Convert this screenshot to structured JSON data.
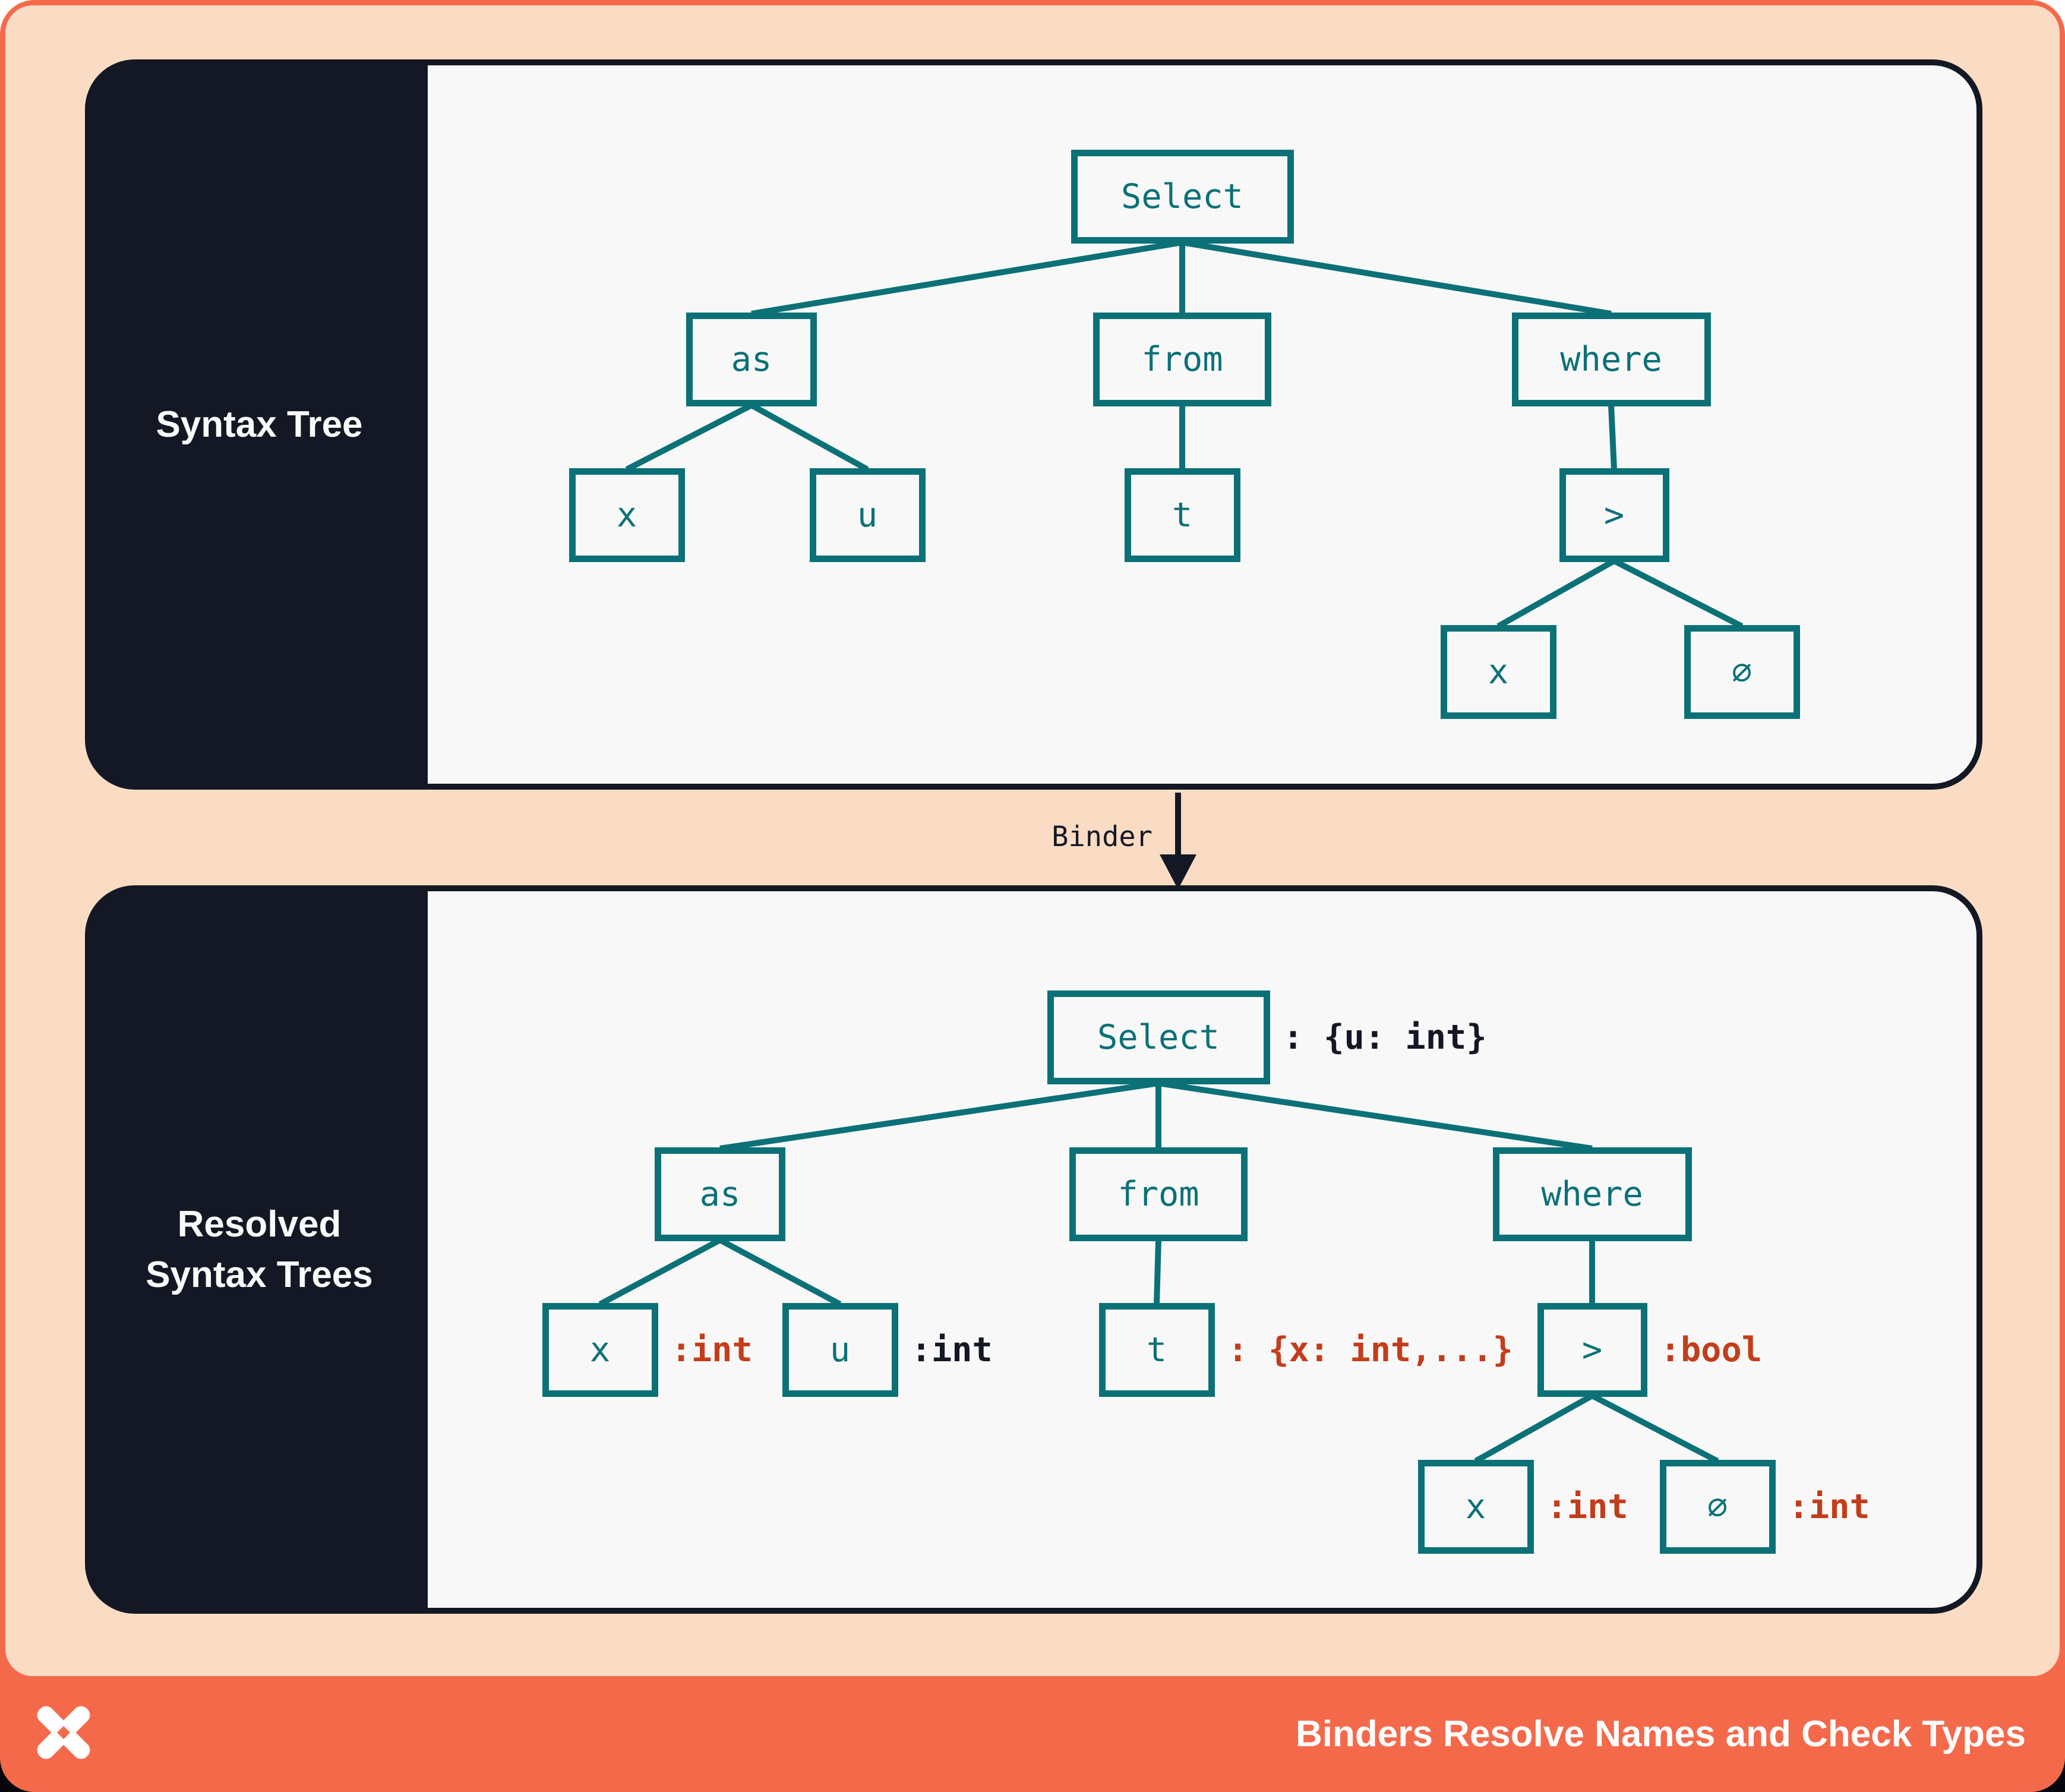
{
  "footer": {
    "title": "Binders Resolve Names and Check Types",
    "logo": "pinwheel-x-logo"
  },
  "binder": {
    "label": "Binder"
  },
  "cards": {
    "top": {
      "sidebar_label_lines": [
        "Syntax Tree"
      ]
    },
    "bottom": {
      "sidebar_label_lines": [
        "Resolved",
        "Syntax Trees"
      ]
    }
  },
  "colors": {
    "coral": "#F5694B",
    "peach": "#F9DCC3",
    "navy": "#141824",
    "card_background": "#F8F8F9",
    "teal": "#0B7177",
    "rust_red": "#C33D1B",
    "white_text": "#FDFDFD"
  },
  "trees": {
    "syntax": {
      "nodes": [
        {
          "id": "select",
          "label": "Select"
        },
        {
          "id": "as",
          "label": "as"
        },
        {
          "id": "from",
          "label": "from"
        },
        {
          "id": "where",
          "label": "where"
        },
        {
          "id": "x1",
          "label": "x"
        },
        {
          "id": "u",
          "label": "u"
        },
        {
          "id": "t",
          "label": "t"
        },
        {
          "id": "gt",
          "label": ">"
        },
        {
          "id": "x2",
          "label": "x"
        },
        {
          "id": "empty",
          "label": "∅"
        }
      ],
      "edges": [
        [
          "select",
          "as"
        ],
        [
          "select",
          "from"
        ],
        [
          "select",
          "where"
        ],
        [
          "as",
          "x1"
        ],
        [
          "as",
          "u"
        ],
        [
          "from",
          "t"
        ],
        [
          "where",
          "gt"
        ],
        [
          "gt",
          "x2"
        ],
        [
          "gt",
          "empty"
        ]
      ]
    },
    "resolved": {
      "nodes": [
        {
          "id": "select",
          "label": "Select",
          "annotation": ": {u: int}",
          "tone": "navy"
        },
        {
          "id": "as",
          "label": "as"
        },
        {
          "id": "from",
          "label": "from"
        },
        {
          "id": "where",
          "label": "where"
        },
        {
          "id": "x1",
          "label": "x",
          "annotation": ":int",
          "tone": "red"
        },
        {
          "id": "u",
          "label": "u",
          "annotation": ":int",
          "tone": "navy"
        },
        {
          "id": "t",
          "label": "t",
          "annotation": ": {x: int,...}",
          "tone": "red"
        },
        {
          "id": "gt",
          "label": ">",
          "annotation": ":bool",
          "tone": "red"
        },
        {
          "id": "x2",
          "label": "x",
          "annotation": ":int",
          "tone": "red"
        },
        {
          "id": "empty",
          "label": "∅",
          "annotation": ":int",
          "tone": "red"
        }
      ],
      "edges": [
        [
          "select",
          "as"
        ],
        [
          "select",
          "from"
        ],
        [
          "select",
          "where"
        ],
        [
          "as",
          "x1"
        ],
        [
          "as",
          "u"
        ],
        [
          "from",
          "t"
        ],
        [
          "where",
          "gt"
        ],
        [
          "gt",
          "x2"
        ],
        [
          "gt",
          "empty"
        ]
      ]
    }
  }
}
